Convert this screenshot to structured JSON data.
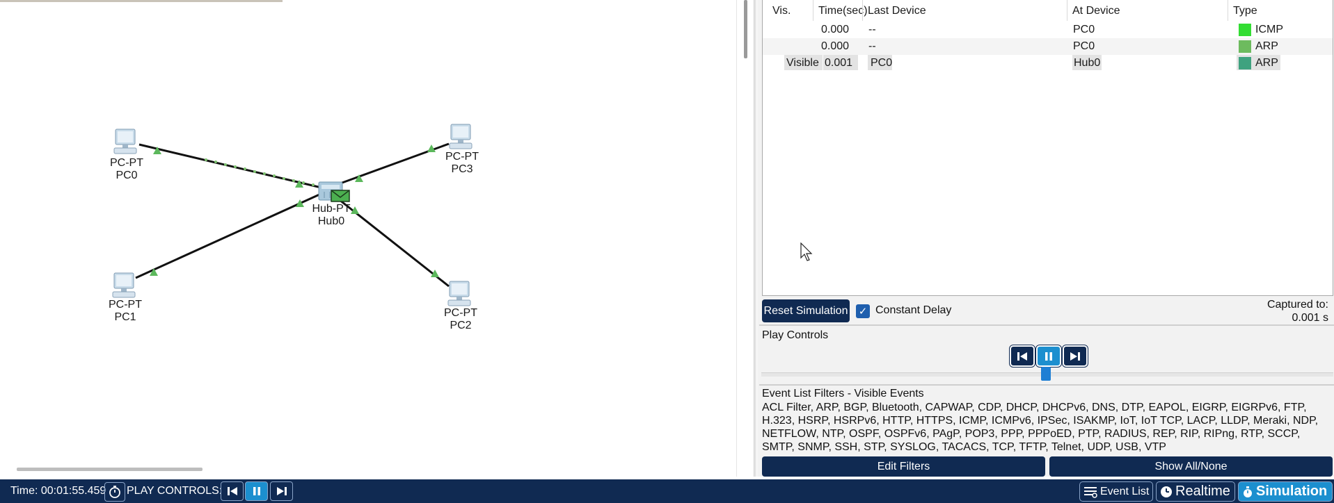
{
  "workspace": {
    "devices": [
      {
        "id": "pc0",
        "type": "PC-PT",
        "name": "PC0"
      },
      {
        "id": "pc1",
        "type": "PC-PT",
        "name": "PC1"
      },
      {
        "id": "pc2",
        "type": "PC-PT",
        "name": "PC2"
      },
      {
        "id": "pc3",
        "type": "PC-PT",
        "name": "PC3"
      },
      {
        "id": "hub0",
        "type": "Hub-PT",
        "name": "Hub0"
      }
    ]
  },
  "event_list": {
    "columns": [
      "Vis.",
      "Time(sec)",
      "Last Device",
      "At Device",
      "Type"
    ],
    "rows": [
      {
        "vis": "",
        "time": "0.000",
        "last_device": "--",
        "at_device": "PC0",
        "type": "ICMP",
        "color": "#33dd33"
      },
      {
        "vis": "",
        "time": "0.000",
        "last_device": "--",
        "at_device": "PC0",
        "type": "ARP",
        "color": "#6dbb5e"
      },
      {
        "vis": "Visible",
        "time": "0.001",
        "last_device": "PC0",
        "at_device": "Hub0",
        "type": "ARP",
        "color": "#3fa27f"
      }
    ]
  },
  "sim": {
    "reset_label": "Reset Simulation",
    "constant_delay_label": "Constant Delay",
    "constant_delay_checked": true,
    "captured_label": "Captured to:",
    "captured_value": "0.001 s"
  },
  "play_controls": {
    "title": "Play Controls"
  },
  "filters": {
    "title": "Event List Filters - Visible Events",
    "text": "ACL Filter, ARP, BGP, Bluetooth, CAPWAP, CDP, DHCP, DHCPv6, DNS, DTP, EAPOL, EIGRP, EIGRPv6, FTP, H.323, HSRP, HSRPv6, HTTP, HTTPS, ICMP, ICMPv6, IPSec, ISAKMP, IoT, IoT TCP, LACP, LLDP, Meraki, NDP, NETFLOW, NTP, OSPF, OSPFv6, PAgP, POP3, PPP, PPPoED, PTP, RADIUS, REP, RIP, RIPng, RTP, SCCP, SMTP, SNMP, SSH, STP, SYSLOG, TACACS, TCP, TFTP, Telnet, UDP, USB, VTP",
    "edit_label": "Edit Filters",
    "show_all_label": "Show All/None"
  },
  "status_bar": {
    "time": "Time: 00:01:55.459",
    "play_controls_label": "PLAY CONTROLS:",
    "event_list_label": "Event List",
    "realtime_label": "Realtime",
    "simulation_label": "Simulation"
  },
  "colors": {
    "navy": "#102a52",
    "active_blue": "#1c8fcf",
    "link_up": "#5cb85c"
  }
}
